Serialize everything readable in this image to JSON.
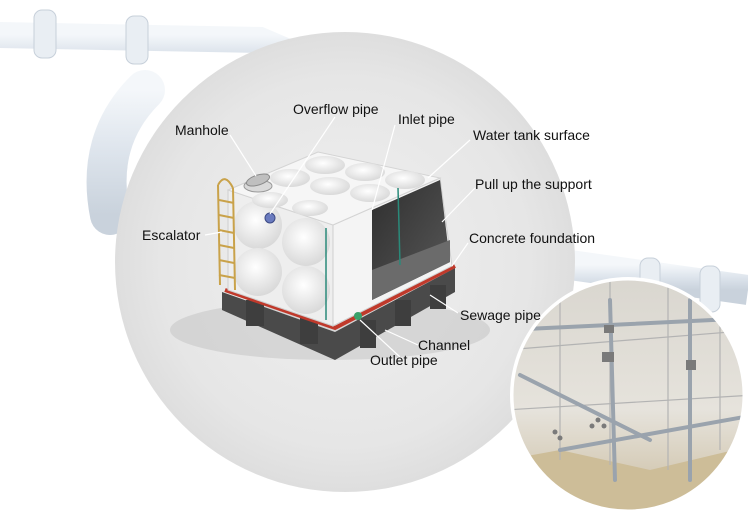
{
  "labels": {
    "manhole": "Manhole",
    "overflow_pipe": "Overflow pipe",
    "inlet_pipe": "Inlet pipe",
    "water_tank_surface": "Water tank surface",
    "pull_up_support": "Pull up the support",
    "escalator": "Escalator",
    "concrete_foundation": "Concrete foundation",
    "sewage_pipe": "Sewage pipe",
    "channel": "Channel",
    "outlet_pipe": "Outlet pipe"
  },
  "colors": {
    "background_pipe": "#dfe6ee",
    "circle_bg": "#e7e7e7",
    "tank_panel": "#f2f2f2",
    "tank_interior": "#3c3c3c",
    "base_beam": "#4a4a4a",
    "red_edge": "#c0392b",
    "ladder": "#c9a24a",
    "inset_frame": "#bdbdbd",
    "inset_floor": "#cfc3a6"
  },
  "icons": {
    "manhole": "manhole-cover-icon",
    "ladder": "ladder-icon",
    "flange": "pipe-flange-icon"
  }
}
